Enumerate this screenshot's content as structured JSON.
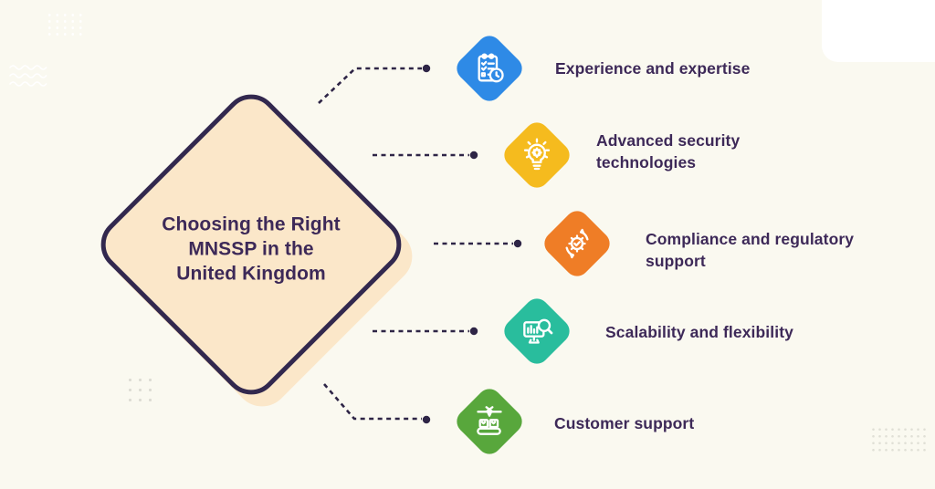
{
  "title": {
    "text": "Choosing the Right MNSSP in the United Kingdom",
    "lines": [
      "Choosing the Right",
      "MNSSP in the",
      "United Kingdom"
    ]
  },
  "items": [
    {
      "label": "Experience and expertise",
      "color": "#2E8AE6",
      "icon": "checklist-clock-icon"
    },
    {
      "label": "Advanced security technologies",
      "color": "#F5BB1E",
      "icon": "bulb-gear-icon"
    },
    {
      "label": "Compliance and regulatory support",
      "color": "#EF7D26",
      "icon": "gear-sync-icon"
    },
    {
      "label": "Scalability and flexibility",
      "color": "#29BD9D",
      "icon": "monitor-search-icon"
    },
    {
      "label": "Customer support",
      "color": "#58A73C",
      "icon": "crane-boxes-icon"
    }
  ],
  "colors": {
    "background": "#FAF9F0",
    "diamond_fill": "#FBE7C9",
    "diamond_border": "#32284E",
    "text": "#3D2958",
    "connector": "#2E2546"
  }
}
